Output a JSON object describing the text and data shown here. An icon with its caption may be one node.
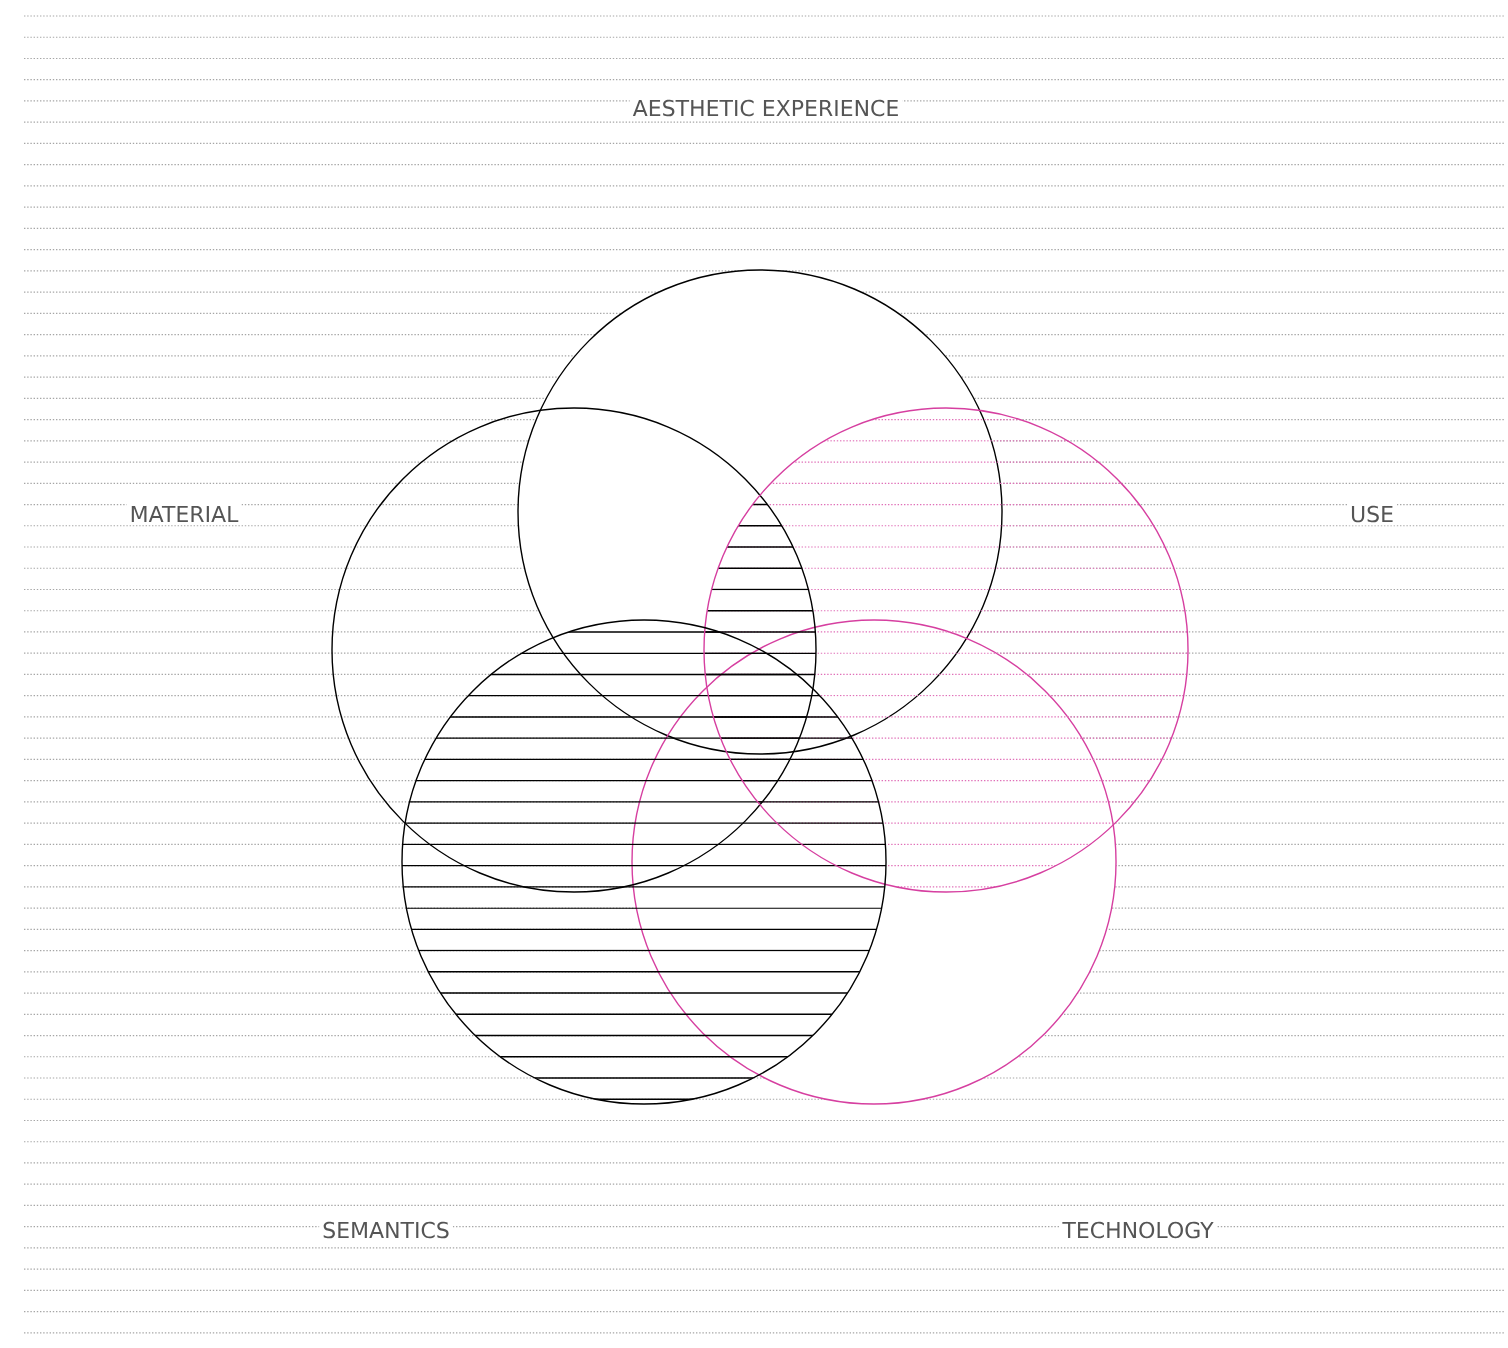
{
  "diagram": {
    "nodes": [
      {
        "text": [],
        "shape": "circle"
      },
      {
        "text": [],
        "shape": "circle"
      },
      {
        "text": [],
        "shape": "circle"
      },
      {
        "text": [],
        "shape": "circle"
      },
      {
        "text": [],
        "shape": "circle"
      }
    ],
    "labels": [
      "AESTHETIC EXPERIENCE",
      "MATERIAL",
      "USE",
      "SEMANTICS",
      "TECHNOLOGY"
    ]
  }
}
